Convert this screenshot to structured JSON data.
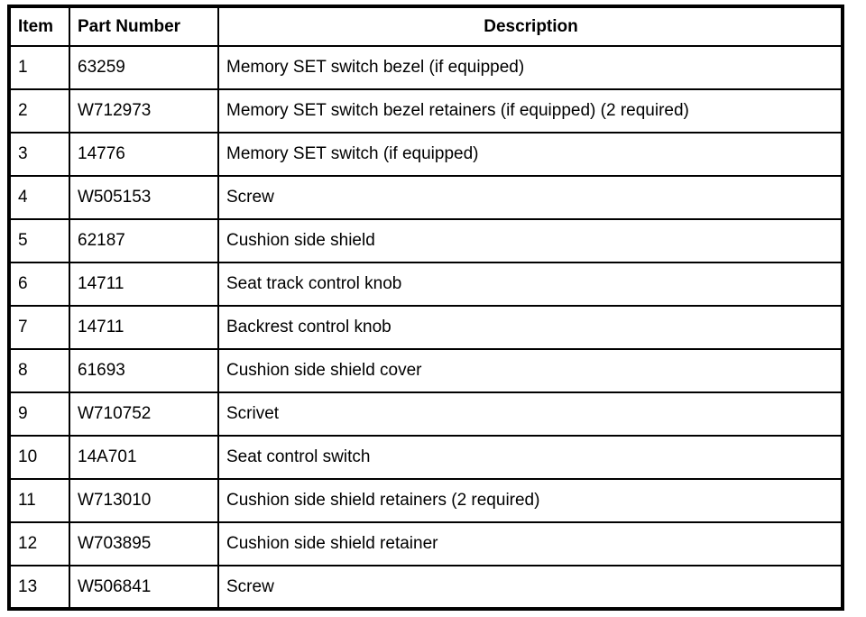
{
  "colors": {
    "border": "#000000",
    "background": "#ffffff",
    "text": "#000000"
  },
  "table": {
    "columns": [
      "Item",
      "Part Number",
      "Description"
    ],
    "rows": [
      {
        "item": "1",
        "part_number": "63259",
        "description": "Memory SET switch bezel (if equipped)"
      },
      {
        "item": "2",
        "part_number": "W712973",
        "description": "Memory SET switch bezel retainers (if equipped) (2 required)"
      },
      {
        "item": "3",
        "part_number": "14776",
        "description": "Memory SET switch (if equipped)"
      },
      {
        "item": "4",
        "part_number": "W505153",
        "description": "Screw"
      },
      {
        "item": "5",
        "part_number": "62187",
        "description": "Cushion side shield"
      },
      {
        "item": "6",
        "part_number": "14711",
        "description": "Seat track control knob"
      },
      {
        "item": "7",
        "part_number": "14711",
        "description": "Backrest control knob"
      },
      {
        "item": "8",
        "part_number": "61693",
        "description": "Cushion side shield cover"
      },
      {
        "item": "9",
        "part_number": "W710752",
        "description": "Scrivet"
      },
      {
        "item": "10",
        "part_number": "14A701",
        "description": "Seat control switch"
      },
      {
        "item": "11",
        "part_number": "W713010",
        "description": "Cushion side shield retainers (2 required)"
      },
      {
        "item": "12",
        "part_number": "W703895",
        "description": "Cushion side shield retainer"
      },
      {
        "item": "13",
        "part_number": "W506841",
        "description": "Screw"
      }
    ]
  }
}
